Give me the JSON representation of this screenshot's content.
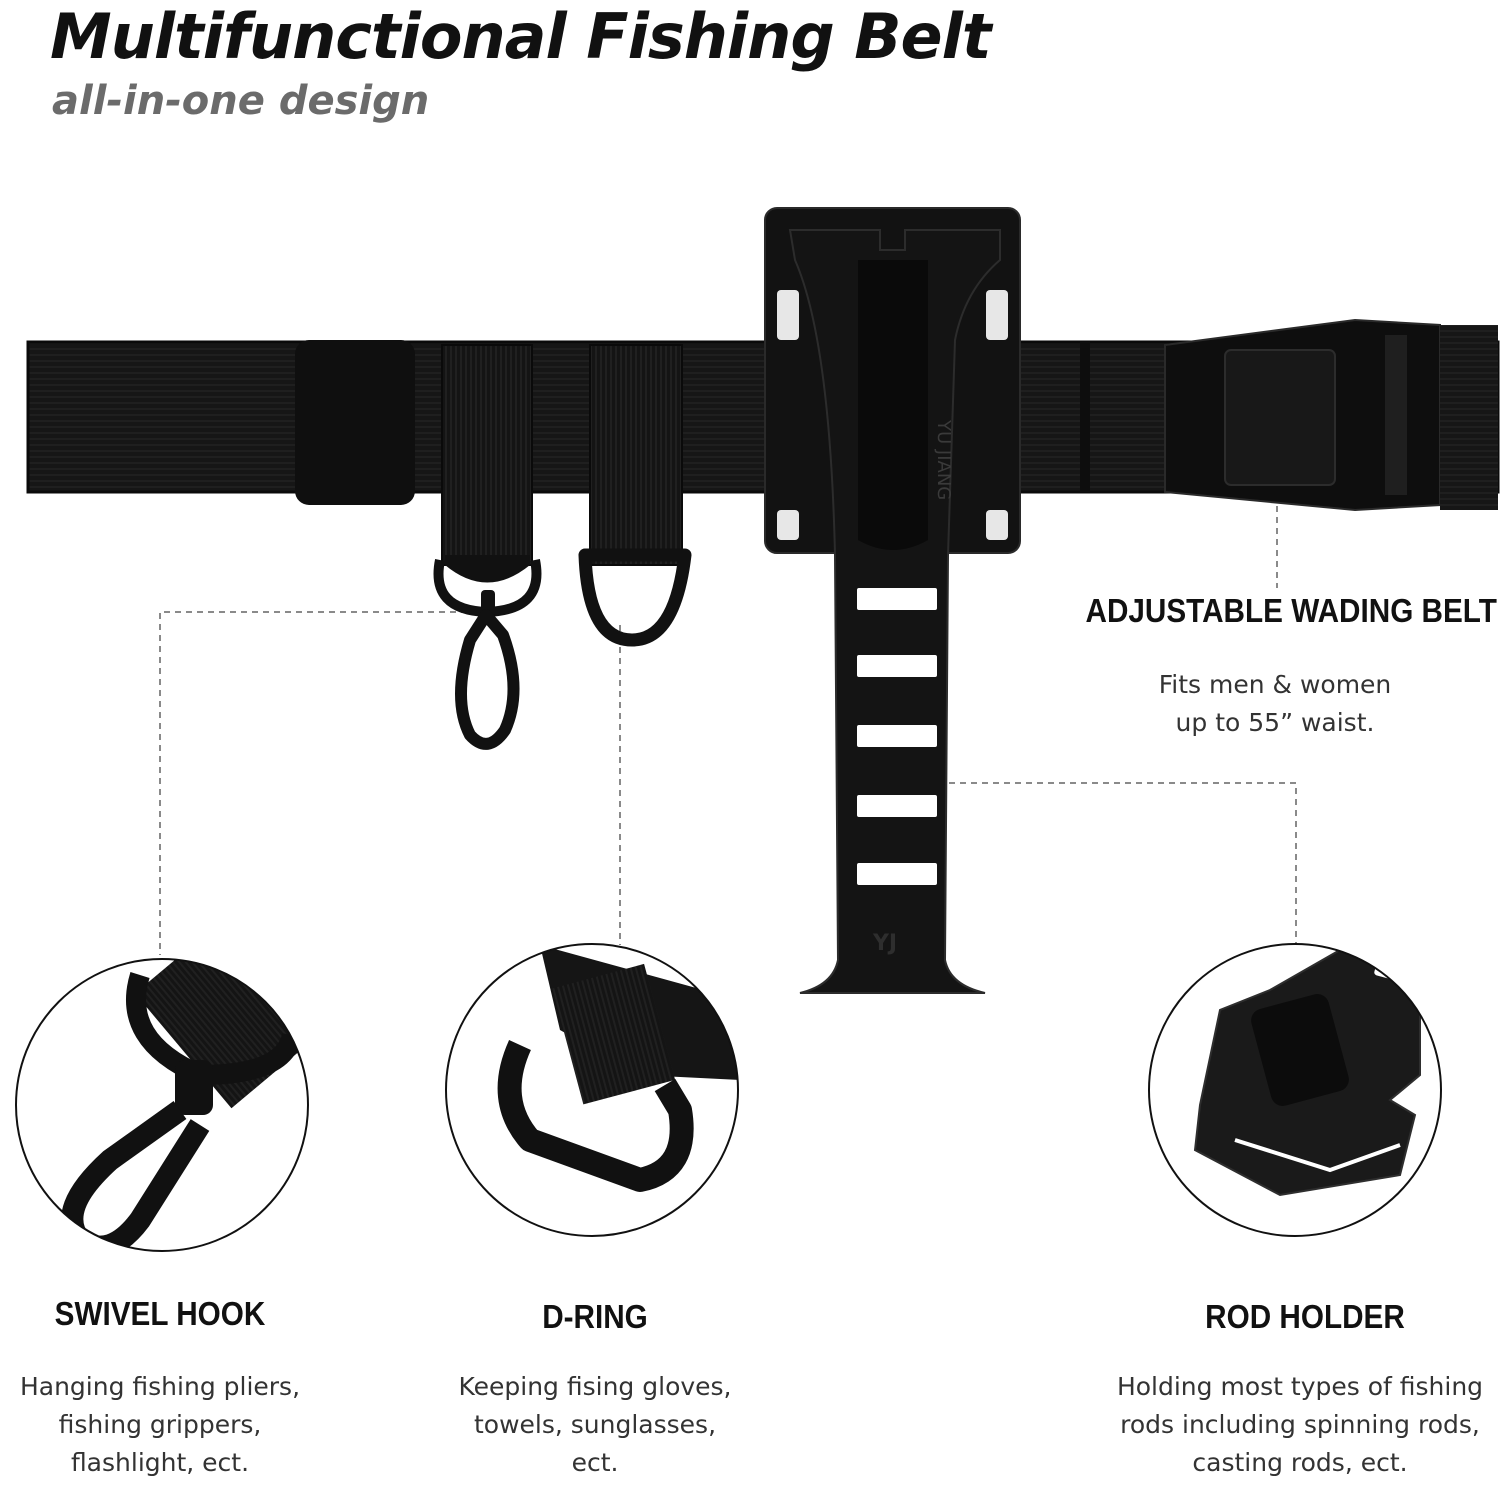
{
  "header": {
    "title": "Multifunctional Fishing Belt",
    "subtitle": "all-in-one design"
  },
  "product_marks": {
    "holder_text": "YU JIANG",
    "holder_logo": "YJ"
  },
  "features": {
    "belt": {
      "label": "ADJUSTABLE WADING BELT",
      "lines": [
        "Fits men & women",
        "up to 55” waist."
      ]
    },
    "swivel_hook": {
      "label": "SWIVEL HOOK",
      "lines": [
        "Hanging fishing pliers,",
        "fishing grippers,",
        "flashlight, ect."
      ]
    },
    "d_ring": {
      "label": "D-RING",
      "lines": [
        "Keeping fising gloves,",
        "towels, sunglasses,",
        "ect."
      ]
    },
    "rod_holder": {
      "label": "ROD HOLDER",
      "lines": [
        "Holding most types of fishing",
        "rods including  spinning rods,",
        "casting rods, ect."
      ]
    }
  },
  "colors": {
    "product": "#141414",
    "title": "#111111",
    "subtitle": "#6b6b6b",
    "leader_line": "#8a8a8a"
  }
}
